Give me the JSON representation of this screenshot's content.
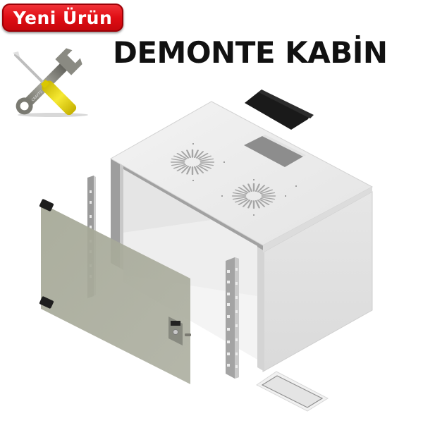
{
  "badge": {
    "label": "Yeni Ürün",
    "color": "#e00d14",
    "text_color": "#ffffff"
  },
  "header": {
    "title": "DEMONTE KABİN"
  },
  "illustration": {
    "description": "Exploded view of wall-mount rack cabinet",
    "parts": [
      "tools-icon",
      "top-filter-cover",
      "cabinet-body",
      "fan-vent-1",
      "fan-vent-2",
      "top-cable-slot",
      "glass-front-door",
      "door-lock",
      "rack-rail-left",
      "rack-rail-right",
      "bottom-cover-plate"
    ],
    "colors": {
      "cabinet": "#e9e9e9",
      "cabinet_side": "#dedede",
      "frame": "#9a9a9a",
      "glass_door": "#a9ab9a",
      "filter": "#1a1a1a",
      "rail": "#9c9c9c",
      "screwdriver_handle": "#f1df1b"
    }
  }
}
